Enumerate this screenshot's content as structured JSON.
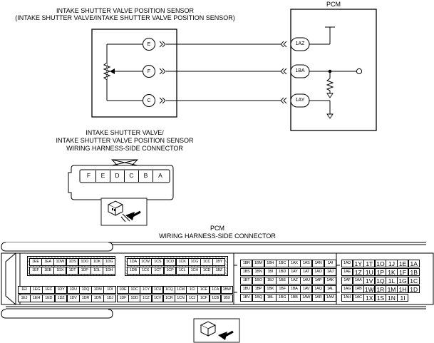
{
  "titles": {
    "sensor_line1": "INTAKE SHUTTER VALVE POSITION SENSOR",
    "sensor_line2": "(INTAKE SHUTTER VALVE/INTAKE SHUTTER VALVE POSITION SENSOR)",
    "pcm": "PCM",
    "conn_line1": "INTAKE SHUTTER VALVE/",
    "conn_line2": "INTAKE SHUTTER VALVE POSITION SENSOR",
    "conn_line3": "WIRING HARNESS-SIDE CONNECTOR",
    "pcm_conn_line1": "PCM",
    "pcm_conn_line2": "WIRING HARNESS-SIDE CONNECTOR"
  },
  "sensor_terminals": [
    "E",
    "F",
    "C"
  ],
  "pcm_terminals": [
    "1AZ",
    "1BA",
    "1AY"
  ],
  "connector_pins": [
    "F",
    "E",
    "D",
    "C",
    "B",
    "A"
  ],
  "pcm_blocks": {
    "b1": [
      [
        "1EE",
        "1EA",
        "1DW",
        "1DS",
        "1DO",
        "1DK",
        "1DG"
      ],
      [
        "1EF",
        "1EB",
        "1DX",
        "1DT",
        "1DP",
        "1DL",
        "1DH"
      ],
      [
        "1EI",
        "1EG",
        "1EC",
        "1DY",
        "1DU",
        "1DQ",
        "1DM",
        "1DI"
      ],
      [
        "1EJ",
        "1EH",
        "1ED",
        "1DZ",
        "1DV",
        "1DR",
        "1DN",
        "1DJ"
      ]
    ],
    "b2": [
      [
        "1DA",
        "1CW",
        "1CS",
        "1CO",
        "1CK",
        "1CG",
        "1CC",
        "1BY"
      ],
      [
        "1DB",
        "1CX",
        "1CT",
        "1CP",
        "1CL",
        "1CH",
        "1CD",
        "1BZ"
      ],
      [
        "1DE",
        "1DC",
        "1CY",
        "1CU",
        "1CQ",
        "1CM",
        "1CI",
        "1CE",
        "1CA",
        "1BW"
      ],
      [
        "1DF",
        "1DD",
        "1CZ",
        "1CV",
        "1CR",
        "1CN",
        "1CJ",
        "1CF",
        "1CB",
        "1BX"
      ]
    ],
    "b3": [
      [
        "1BR",
        "1BM",
        "1BH",
        "1BC",
        "1AX",
        "1AS",
        "1AN",
        "1AI"
      ],
      [
        "1BS",
        "1BN",
        "1BI",
        "1BD",
        "1AY",
        "1AT",
        "1AO",
        "1AJ"
      ],
      [
        "1BT",
        "1BO",
        "1BJ",
        "1BE",
        "1AZ",
        "1AU",
        "1AP",
        "1AK"
      ],
      [
        "1BU",
        "1BP",
        "1BK",
        "1BF",
        "1BA",
        "1AV",
        "1AQ",
        "1AL"
      ],
      [
        "1BV",
        "1BQ",
        "1BL",
        "1BG",
        "1BB",
        "1AW",
        "1AR",
        "1AM"
      ]
    ],
    "b4": [
      [
        "1AD",
        "1Y",
        "1T",
        "1O",
        "1J",
        "1E",
        "1A"
      ],
      [
        "1AE",
        "1Z",
        "1U",
        "1P",
        "1K",
        "1F",
        "1B"
      ],
      [
        "1AF",
        "1AA",
        "1V",
        "1Q",
        "1L",
        "1G",
        "1C"
      ],
      [
        "1AG",
        "1AB",
        "1W",
        "1R",
        "1M",
        "1H",
        "1D"
      ],
      [
        "1AH",
        "1AC",
        "1X",
        "1S",
        "1N",
        "1I"
      ]
    ]
  }
}
